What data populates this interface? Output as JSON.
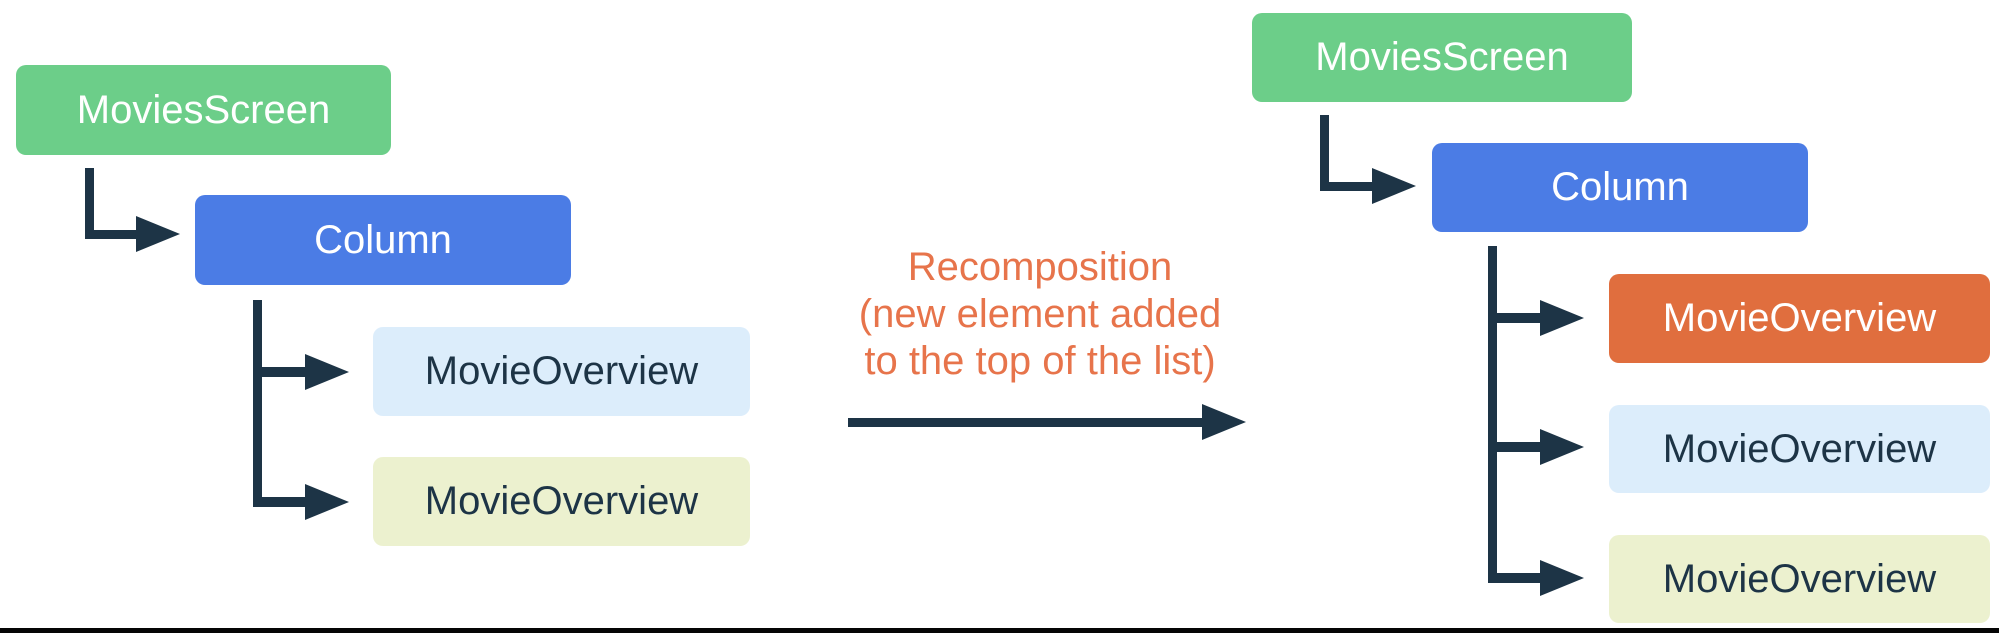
{
  "left_tree": {
    "root_label": "MoviesScreen",
    "container_label": "Column",
    "children": [
      {
        "label": "MovieOverview",
        "variant": "light-blue"
      },
      {
        "label": "MovieOverview",
        "variant": "pale-yellow"
      }
    ]
  },
  "transition": {
    "lines": [
      "Recomposition",
      "(new element added",
      "to the top of the list)"
    ]
  },
  "right_tree": {
    "root_label": "MoviesScreen",
    "container_label": "Column",
    "children": [
      {
        "label": "MovieOverview",
        "variant": "orange",
        "new_element": true
      },
      {
        "label": "MovieOverview",
        "variant": "light-blue"
      },
      {
        "label": "MovieOverview",
        "variant": "pale-yellow"
      }
    ]
  },
  "colors": {
    "green_node": "#6CCE89",
    "blue_node": "#4B7CE5",
    "orange_node": "#E06E3E",
    "light_blue_node": "#DCEDFB",
    "pale_yellow_node": "#ECF1CF",
    "connector_navy": "#1D3446",
    "dark_text": "#1D3446",
    "orange_text": "#E7744B",
    "bottom_divider": "#050505"
  }
}
